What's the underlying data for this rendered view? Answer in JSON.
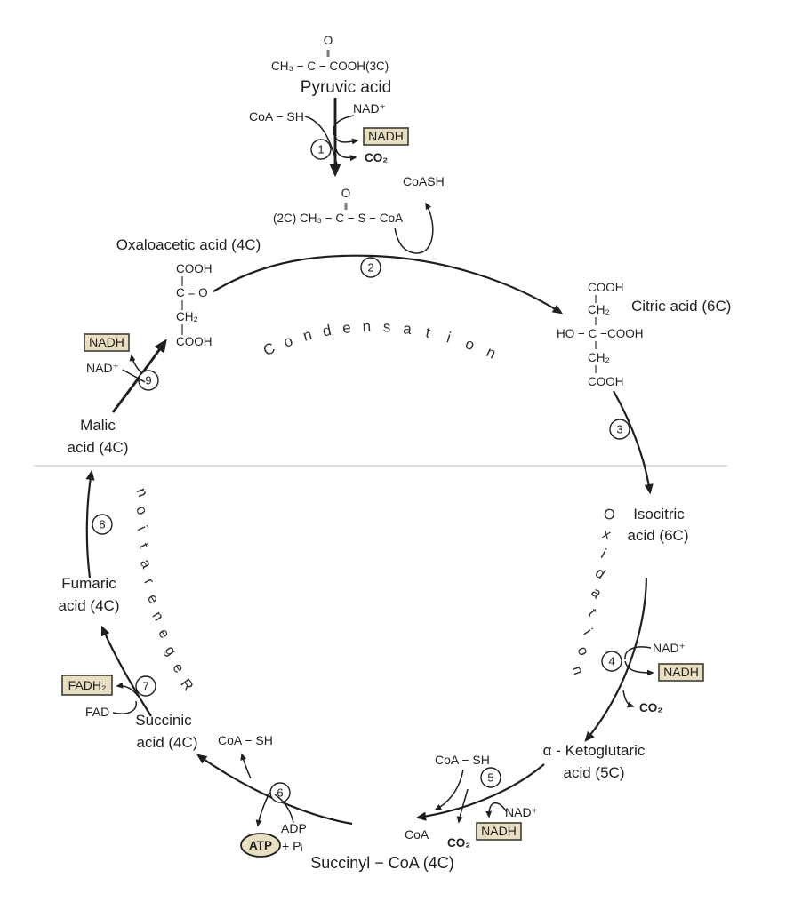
{
  "colors": {
    "ink": "#1f1f1f",
    "boxfill": "#e8dec2",
    "boxstroke": "#3f3b33",
    "divider": "#cccccc",
    "bg": "#ffffff",
    "curved": "#2f2f2f"
  },
  "pyruvate": {
    "carbonyl_o": "O",
    "double_bond": "‖",
    "formula": "CH₃ − C − COOH(3C)",
    "name": "Pyruvic acid"
  },
  "step1": {
    "number": "1",
    "coa_sh": "CoA − SH",
    "nad_plus": "NAD⁺",
    "nadh": "NADH",
    "co2": "CO₂"
  },
  "acetyl_coa": {
    "coash": "CoASH",
    "carbonyl_o": "O",
    "double_bond": "‖",
    "formula": "(2C) CH₃ − C − S − CoA"
  },
  "cycle_phases": {
    "condensation": "Condensation",
    "oxidation": "Oxidation",
    "regeneration": "Regeneration"
  },
  "oxaloacetic": {
    "name": "Oxaloacetic acid (4C)",
    "structure": [
      "COOH",
      "C = O",
      "CH₂",
      "COOH"
    ]
  },
  "citric": {
    "name": "Citric acid (6C)",
    "structure": [
      "COOH",
      "CH₂",
      "HO − C −COOH",
      "CH₂",
      "COOH"
    ]
  },
  "isocitric": {
    "name_line1": "Isocitric",
    "name_line2": "acid (6C)"
  },
  "alpha_ketoglutaric": {
    "name_line1": "α - Ketoglutaric",
    "name_line2": "acid (5C)"
  },
  "succinyl_coa": {
    "name": "Succinyl − CoA (4C)"
  },
  "succinic": {
    "name_line1": "Succinic",
    "name_line2": "acid (4C)"
  },
  "fumaric": {
    "name_line1": "Fumaric",
    "name_line2": "acid (4C)"
  },
  "malic": {
    "name_line1": "Malic",
    "name_line2": "acid (4C)"
  },
  "step2": {
    "number": "2"
  },
  "step3": {
    "number": "3"
  },
  "step4": {
    "number": "4",
    "nad_plus": "NAD⁺",
    "nadh": "NADH",
    "co2": "CO₂"
  },
  "step5": {
    "number": "5",
    "coa_sh": "CoA − SH",
    "nad_plus": "NAD⁺",
    "nadh": "NADH",
    "co2": "CO₂",
    "coa": "CoA"
  },
  "step6": {
    "number": "6",
    "coa_sh": "CoA − SH",
    "adp": "ADP",
    "pi": "+ Pᵢ",
    "atp": "ATP"
  },
  "step7": {
    "number": "7",
    "fad": "FAD",
    "fadh2": "FADH₂"
  },
  "step8": {
    "number": "8"
  },
  "step9": {
    "number": "9",
    "nad_plus": "NAD⁺",
    "nadh": "NADH"
  }
}
